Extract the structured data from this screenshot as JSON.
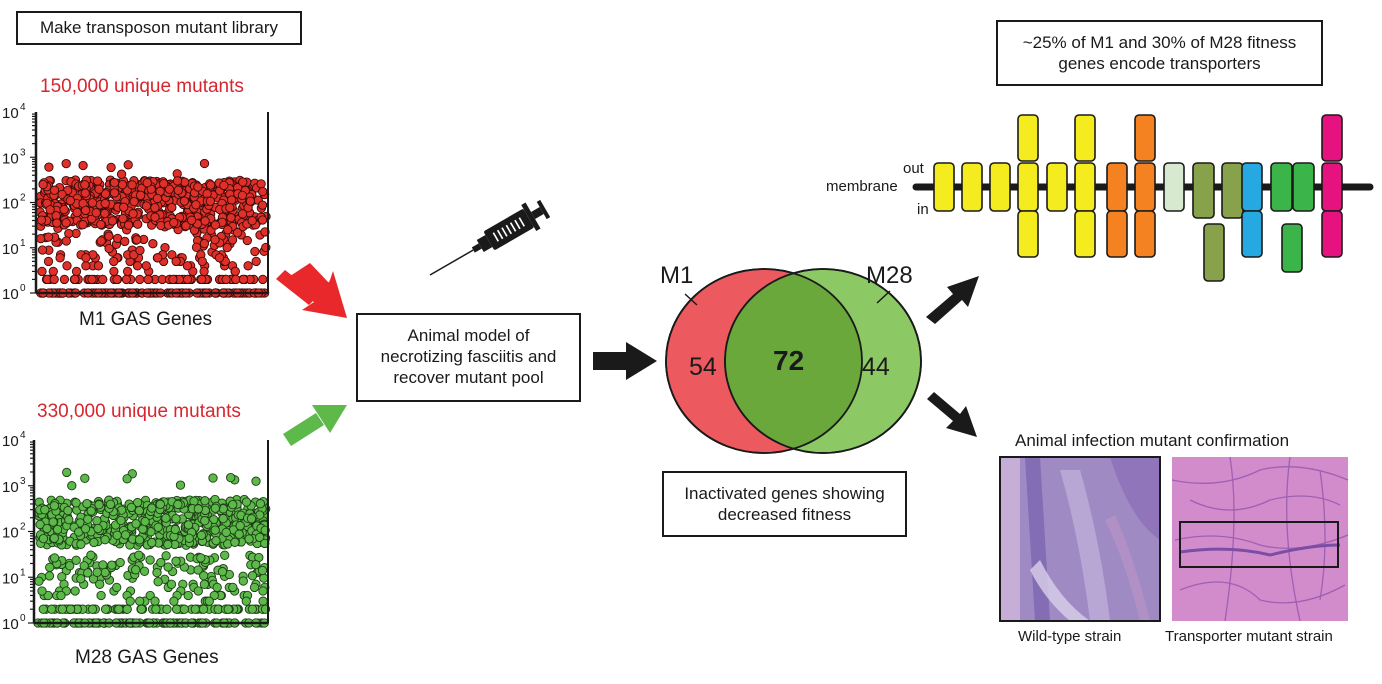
{
  "step1": {
    "label": "Make transposon mutant library"
  },
  "plots": [
    {
      "id": "m1",
      "title": "150,000 unique mutants",
      "xlabel": "M1 GAS Genes",
      "color": "#e0302a",
      "edge": "#3a0a08",
      "y_ticks": [
        "10",
        "10",
        "10",
        "10",
        "10"
      ],
      "y_exps": [
        "0",
        "1",
        "2",
        "3",
        "4"
      ],
      "typical_range_log10": [
        1.5,
        2.5
      ],
      "max_log10": 2.9
    },
    {
      "id": "m28",
      "title": "330,000 unique mutants",
      "xlabel": "M28 GAS Genes",
      "color": "#5cb94a",
      "edge": "#1e3d16",
      "y_ticks": [
        "10",
        "10",
        "10",
        "10",
        "10"
      ],
      "y_exps": [
        "0",
        "1",
        "2",
        "3",
        "4"
      ],
      "typical_range_log10": [
        1.7,
        2.7
      ],
      "max_log10": 3.3
    }
  ],
  "step2": {
    "label_lines": [
      "Animal model of",
      "necrotizing fasciitis and",
      "recover mutant pool"
    ],
    "icon": "syringe-icon"
  },
  "venn": {
    "left_label": "M1",
    "right_label": "M28",
    "left_only": "54",
    "overlap": "72",
    "right_only": "44",
    "left_color": "#ec5a5f",
    "right_color": "#8cc965",
    "overlap_color": "#6aa83c",
    "caption_lines": [
      "Inactivated genes showing",
      "decreased fitness"
    ]
  },
  "transporters": {
    "caption_lines": [
      "~25% of M1 and 30% of M28 fitness",
      "genes encode transporters"
    ],
    "labels": {
      "out": "out",
      "membrane": "membrane",
      "in": "in"
    },
    "groups": [
      {
        "color": "#f5ec1f",
        "cols": [
          [
            "m"
          ],
          [
            "m"
          ],
          [
            "m"
          ],
          [
            "u",
            "m",
            "d"
          ],
          [
            "m"
          ],
          [
            "u",
            "m",
            "d"
          ]
        ]
      },
      {
        "color": "#f58220",
        "cols": [
          [
            "m",
            "d"
          ],
          [
            "u",
            "m",
            "d"
          ]
        ]
      },
      {
        "color": "#d7ead0",
        "cols": [
          [
            "m"
          ]
        ]
      },
      {
        "color": "#87a24a",
        "cols": [
          [
            "M"
          ],
          [
            "M"
          ]
        ],
        "extra": "below"
      },
      {
        "color": "#25a9e0",
        "cols": [
          [
            "m",
            "d"
          ]
        ]
      },
      {
        "color": "#3bb54a",
        "cols": [
          [
            "m"
          ],
          [
            "m"
          ]
        ],
        "extra": "below"
      },
      {
        "color": "#e5127f",
        "cols": [
          [
            "u",
            "m",
            "d"
          ]
        ]
      }
    ]
  },
  "confirmation": {
    "title": "Animal infection mutant confirmation",
    "wild_type_label": "Wild-type strain",
    "mutant_label": "Transporter mutant strain"
  }
}
